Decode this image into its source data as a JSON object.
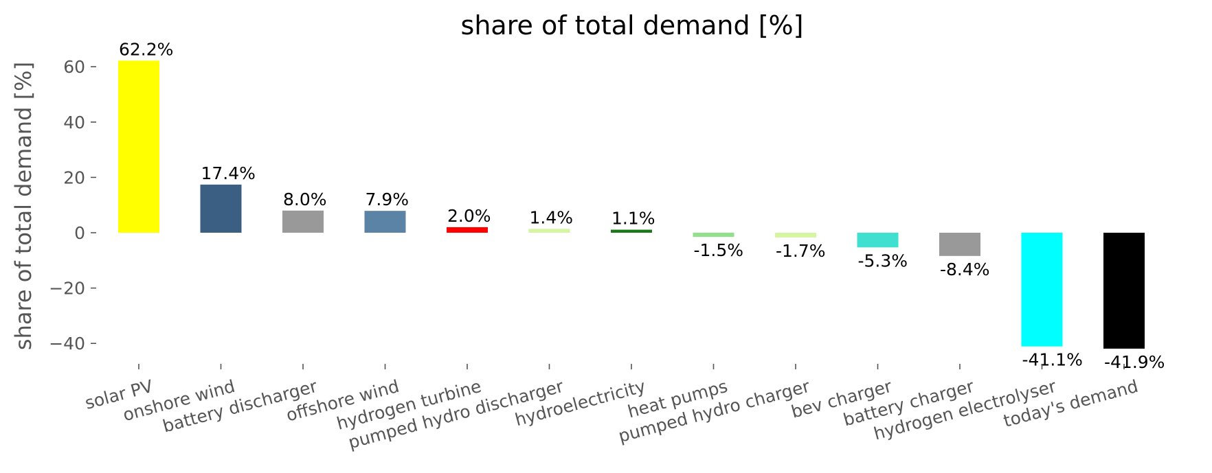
{
  "chart_data": {
    "type": "bar",
    "title": "share of total demand [%]",
    "xlabel": "",
    "ylabel": "share of total demand [%]",
    "ylim": [
      -47,
      69
    ],
    "yticks": [
      -40,
      -20,
      0,
      20,
      40,
      60
    ],
    "ytick_labels": [
      "−40",
      "−20",
      "0",
      "20",
      "40",
      "60"
    ],
    "grid": false,
    "legend": "none",
    "categories": [
      "solar PV",
      "onshore wind",
      "battery discharger",
      "offshore wind",
      "hydrogen turbine",
      "pumped hydro discharger",
      "hydroelectricity",
      "heat pumps",
      "pumped hydro charger",
      "bev charger",
      "battery charger",
      "hydrogen electrolyser",
      "today's demand"
    ],
    "values": [
      62.2,
      17.4,
      8.0,
      7.9,
      2.0,
      1.4,
      1.1,
      -1.5,
      -1.7,
      -5.3,
      -8.4,
      -41.1,
      -41.9
    ],
    "data_labels": [
      "62.2%",
      "17.4%",
      "8.0%",
      "7.9%",
      "2.0%",
      "1.4%",
      "1.1%",
      "-1.5%",
      "-1.7%",
      "-5.3%",
      "-8.4%",
      "-41.1%",
      "-41.9%"
    ],
    "colors": [
      "#ffff00",
      "#3b5f82",
      "#999999",
      "#5b83a6",
      "#ff0000",
      "#d6f5a0",
      "#1a7a1a",
      "#90e08c",
      "#d6f5a0",
      "#40e0d0",
      "#999999",
      "#00ffff",
      "#000000"
    ]
  }
}
